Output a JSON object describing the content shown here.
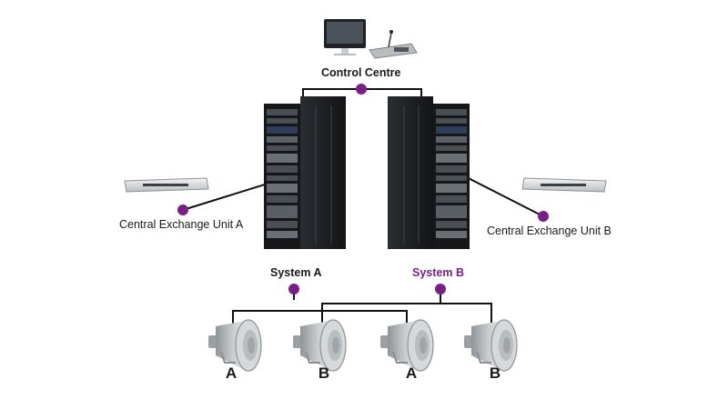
{
  "colors": {
    "accent": "#7a1f86",
    "line": "#111111"
  },
  "control_centre": {
    "label": "Control Centre",
    "icons": [
      "monitor-icon",
      "paging-microphone-icon"
    ]
  },
  "systems": [
    {
      "label": "System A",
      "color": "#1a1a1a"
    },
    {
      "label": "System B",
      "color": "#7a1f86"
    }
  ],
  "exchange_units": [
    {
      "label": "Central Exchange Unit A"
    },
    {
      "label": "Central Exchange Unit B"
    }
  ],
  "speakers": [
    {
      "label": "A"
    },
    {
      "label": "B"
    },
    {
      "label": "A"
    },
    {
      "label": "B"
    }
  ]
}
